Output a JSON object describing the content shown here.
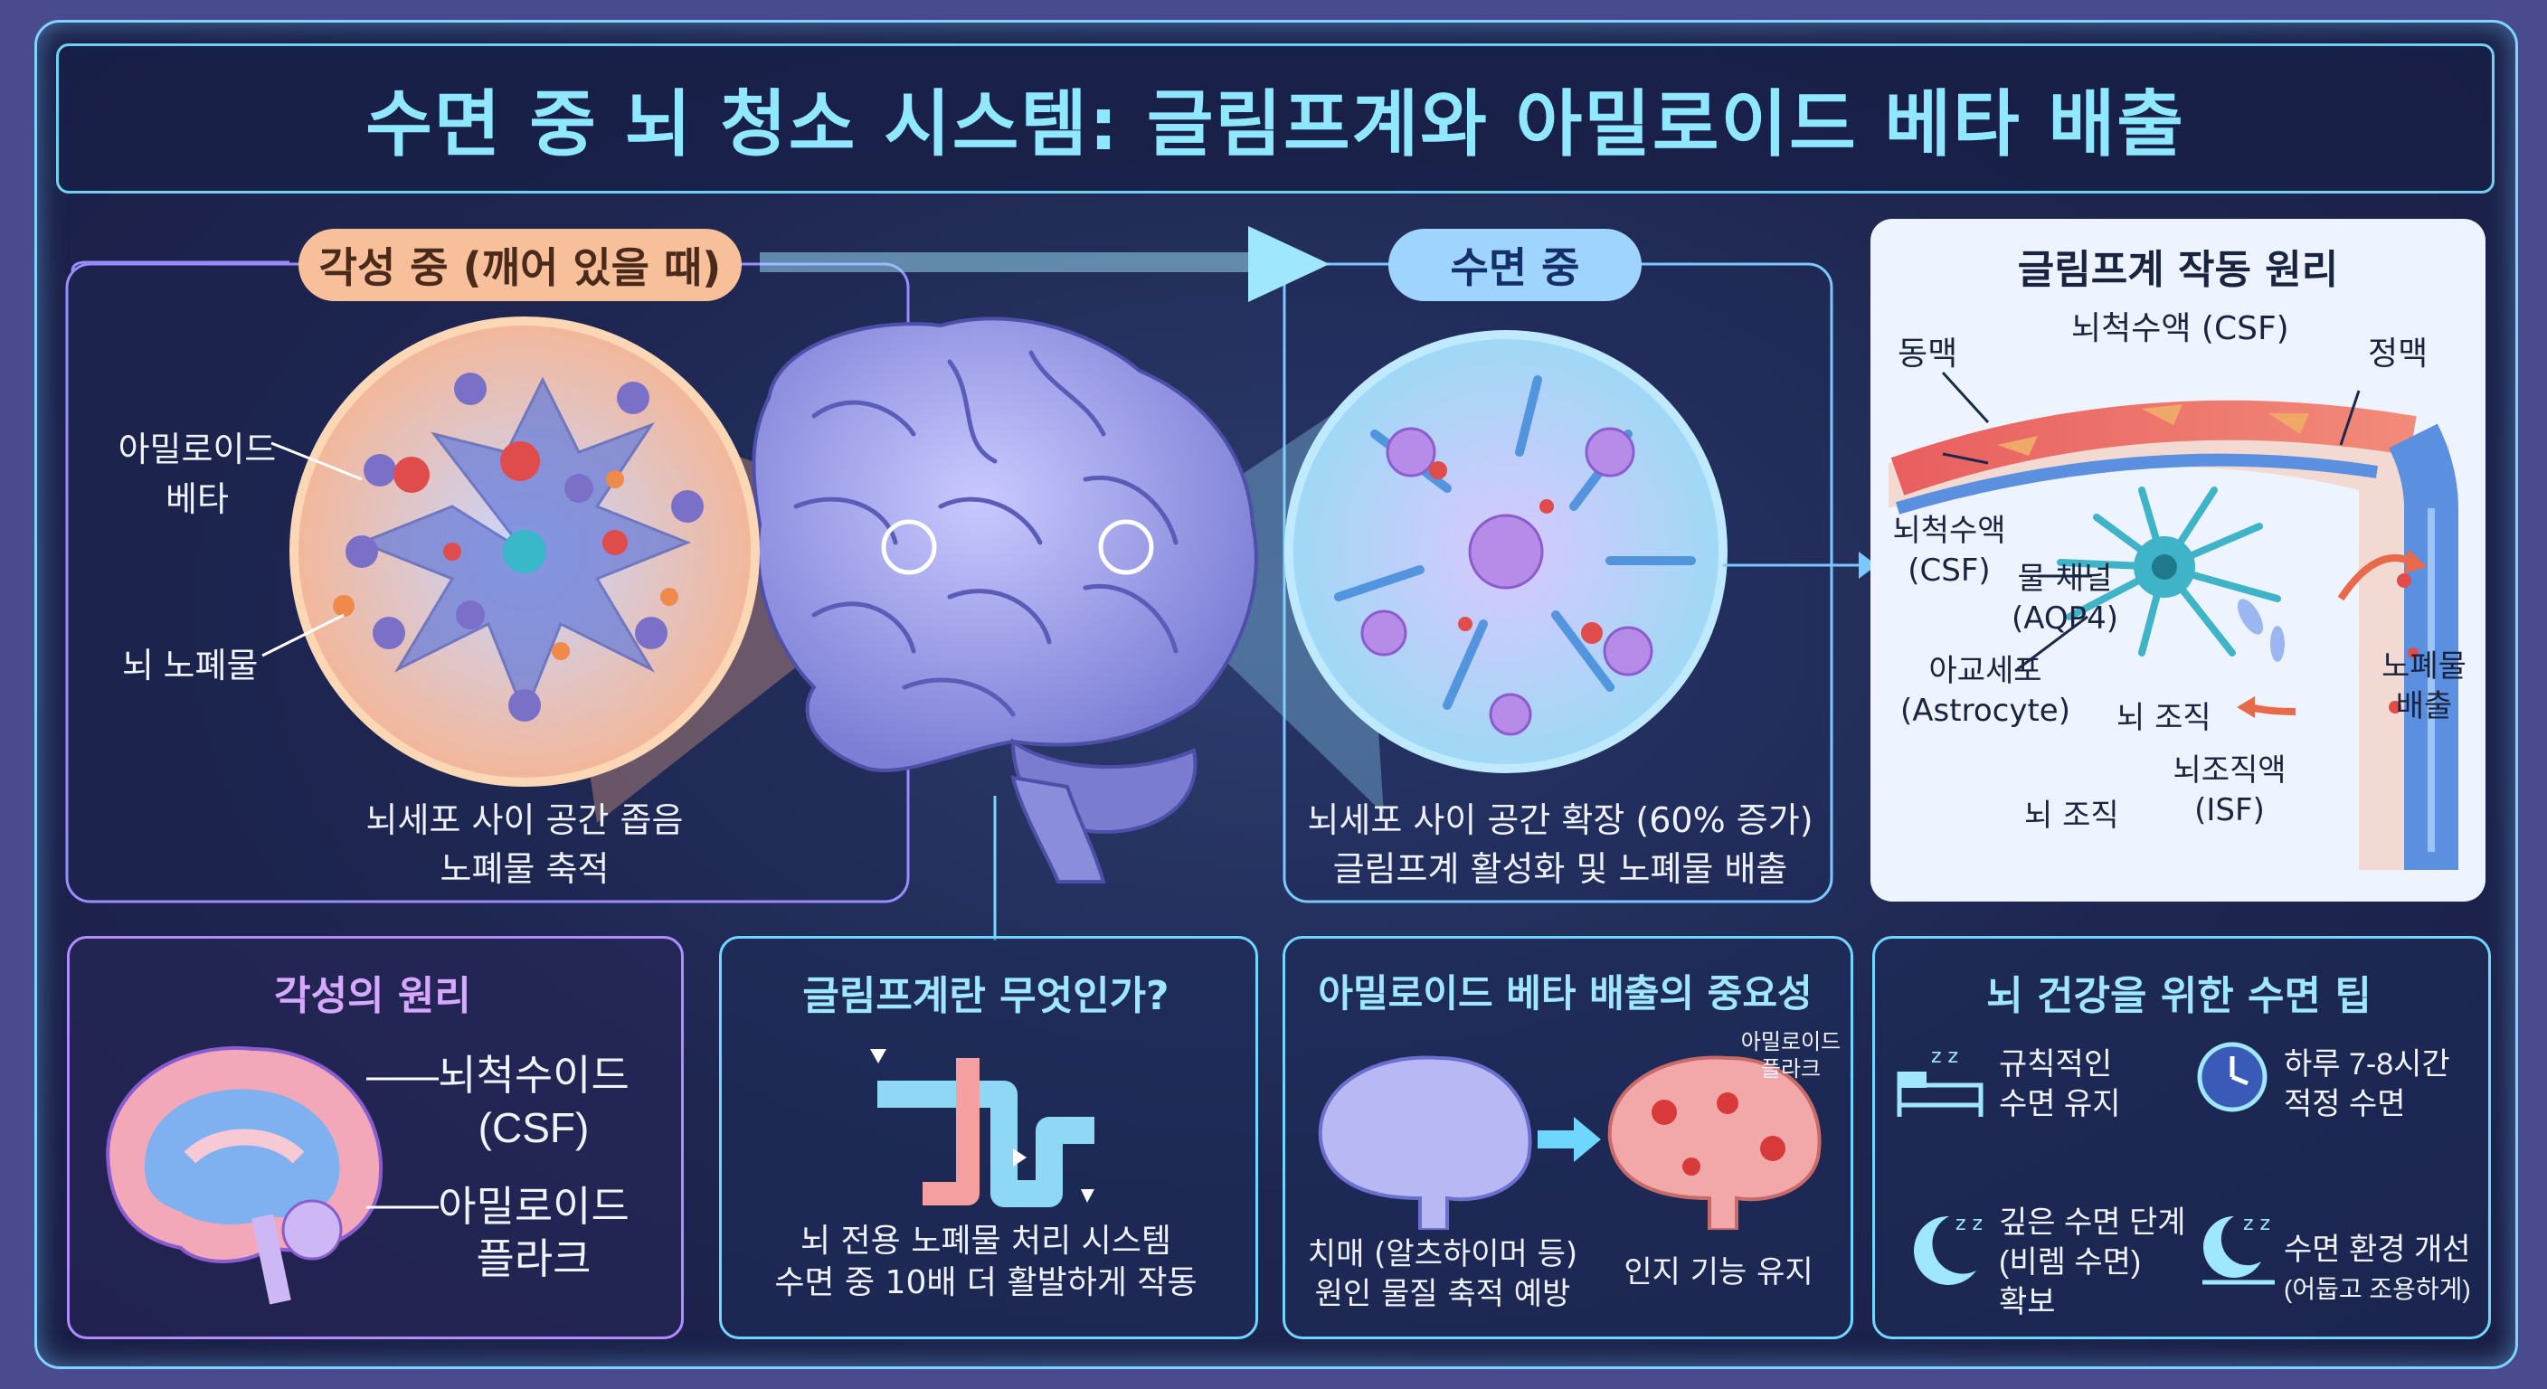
{
  "title": "수면 중 뇌 청소 시스템: 글림프계와 아밀로이드 베타 배출",
  "awake": {
    "pill": "각성 중 (깨어 있을 때)",
    "label_amyloid_1": "아밀로이드",
    "label_amyloid_2": "베타",
    "label_waste": "뇌 노폐물",
    "caption_1": "뇌세포 사이 공간 좁음",
    "caption_2": "노폐물 축적"
  },
  "sleep": {
    "pill": "수면 중",
    "caption_1": "뇌세포 사이 공간 확장 (60% 증가)",
    "caption_2": "글림프계 활성화 및 노폐물 배출"
  },
  "glymph_panel": {
    "title": "글림프계 작동 원리",
    "artery": "동맥",
    "csf_top": "뇌척수액 (CSF)",
    "vein": "정맥",
    "csf_left_1": "뇌척수액",
    "csf_left_2": "(CSF)",
    "aqp4_1": "물 채널",
    "aqp4_2": "(AQP4)",
    "astro_1": "아교세포",
    "astro_2": "(Astrocyte)",
    "brain_tissue_1": "뇌 조직",
    "brain_tissue_2": "뇌 조직",
    "isf_1": "뇌조직액",
    "isf_2": "(ISF)",
    "waste_1": "노폐물",
    "waste_2": "배출"
  },
  "box_awake_principle": {
    "title": "각성의 원리",
    "label_csf_1": "뇌척수이드",
    "label_csf_2": "(CSF)",
    "label_plaque_1": "아밀로이드",
    "label_plaque_2": "플라크"
  },
  "box_glymph": {
    "title": "글림프계란 무엇인가?",
    "caption_1": "뇌 전용 노폐물 처리 시스템",
    "caption_2": "수면 중 10배 더 활발하게 작동"
  },
  "box_amyloid": {
    "title": "아밀로이드 베타 배출의 중요성",
    "plaque_1": "아밀로이드",
    "plaque_2": "플라크",
    "left_1": "치매 (알츠하이머 등)",
    "left_2": "원인 물질 축적 예방",
    "right": "인지 기능 유지"
  },
  "box_tips": {
    "title": "뇌 건강을 위한 수면 팁",
    "tip1_1": "규칙적인",
    "tip1_2": "수면 유지",
    "tip2_1": "하루 7-8시간",
    "tip2_2": "적정 수면",
    "tip3_1": "깊은 수면 단계",
    "tip3_2": "(비렘 수면)",
    "tip3_3": "확보",
    "tip4_1": "수면 환경 개선",
    "tip4_2": "(어둡고 조용하게)"
  },
  "colors": {
    "title_text": "#8fe8ff",
    "frame_border": "#7fd3ff",
    "awake_pill": "#f8c09a",
    "sleep_pill": "#9fd4ff",
    "artery": "#e86a6a",
    "vein": "#5b8fe0",
    "astrocyte": "#3fb3c8"
  }
}
